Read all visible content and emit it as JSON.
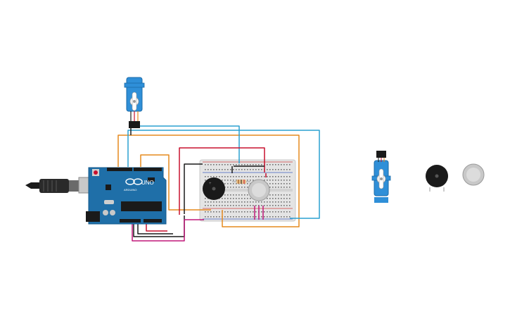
{
  "canvas": {
    "background": "#ffffff"
  },
  "arduino": {
    "logo_text": "UNO",
    "brand_text": "ARDUINO",
    "board_color": "#1f6fa8",
    "icon": "arduino-uno-board"
  },
  "usb_cable": {
    "icon": "usb-cable"
  },
  "breadboard": {
    "color": "#e6e6e6",
    "icon": "breadboard"
  },
  "servo_main": {
    "icon": "servo-motor",
    "color": "#2f8fd8"
  },
  "buzzer_main": {
    "icon": "piezo-buzzer"
  },
  "sensor_main": {
    "icon": "gas-sensor"
  },
  "resistor": {
    "icon": "resistor"
  },
  "palette": {
    "servo": {
      "icon": "servo-motor"
    },
    "buzzer": {
      "icon": "piezo-buzzer"
    },
    "sensor": {
      "icon": "gas-sensor"
    }
  },
  "wire_colors": {
    "orange": "#e58a1f",
    "blue": "#2aa0d0",
    "red": "#c8102e",
    "black": "#1a1a1a",
    "magenta": "#c0187a"
  }
}
